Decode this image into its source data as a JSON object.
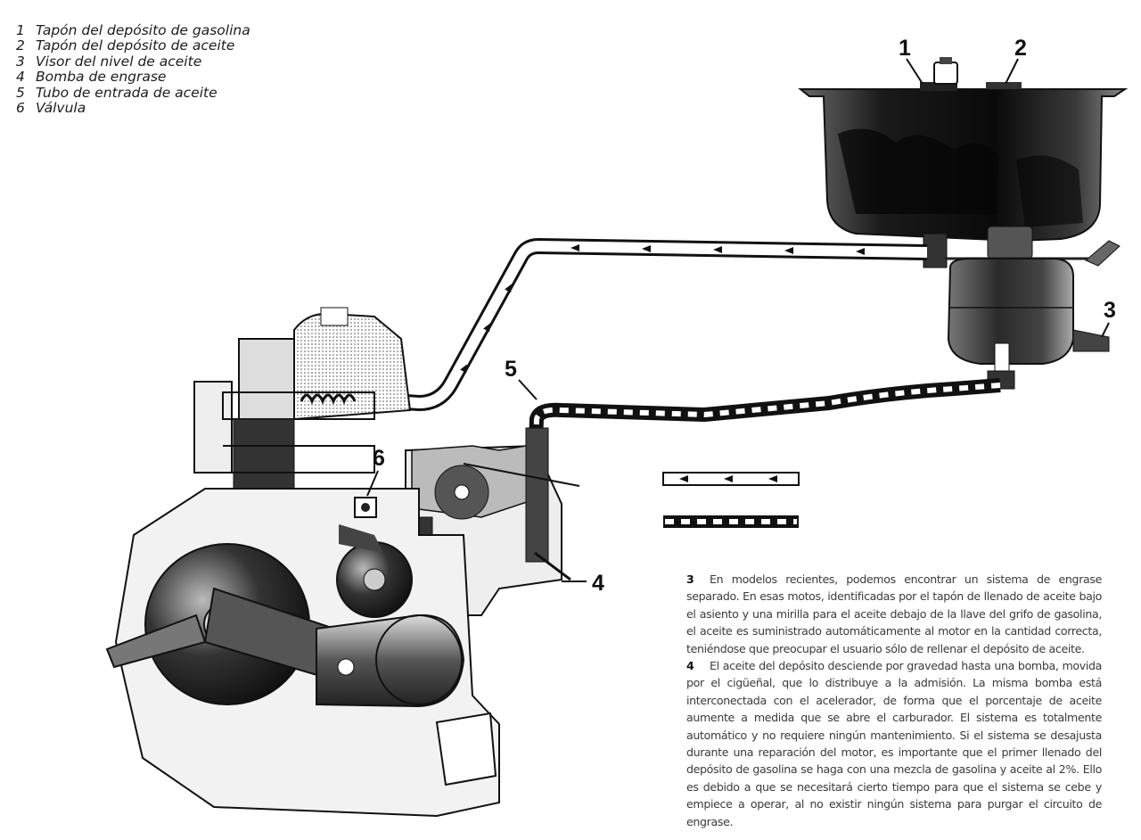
{
  "legend": {
    "items": [
      {
        "num": "1",
        "text": "Tapón del depósito de gasolina"
      },
      {
        "num": "2",
        "text": "Tapón del depósito de aceite"
      },
      {
        "num": "3",
        "text": "Visor del nivel de aceite"
      },
      {
        "num": "4",
        "text": "Bomba de engrase"
      },
      {
        "num": "5",
        "text": "Tubo de entrada de aceite"
      },
      {
        "num": "6",
        "text": "Válvula"
      }
    ]
  },
  "callouts": {
    "c1": "1",
    "c2": "2",
    "c3": "3",
    "c4": "4",
    "c5": "5",
    "c6": "6"
  },
  "body": {
    "paragraphs": [
      {
        "num": "3",
        "text": "En modelos recientes, podemos encontrar un sistema de engrase separado. En esas motos, identificadas por el tapón de llenado de aceite bajo el asiento y una mirilla para el aceite debajo de la llave del grifo de gasolina, el aceite es suministrado automáticamente al motor en la cantidad correcta, teniéndose que preocupar el usuario sólo de rellenar el depósito de aceite."
      },
      {
        "num": "4",
        "text": "El aceite del depósito desciende por gravedad hasta una bomba, movida por el cigüeñal, que lo distribuye a la admisión. La misma bomba está interconectada con el acelerador, de forma que el porcentaje de aceite aumente a medida que se abre el carburador. El sistema es totalmente automático y no requiere ningún mantenimiento. Si el sistema se desajusta durante una reparación del motor, es importante que el primer llenado del depósito de gasolina se haga con una mezcla de gasolina y aceite al 2%. Ello es debido a que se necesitará cierto tiempo para que el sistema se cebe y empiece a operar, al no existir ningún sistema para purgar el circuito de engrase."
      }
    ]
  }
}
